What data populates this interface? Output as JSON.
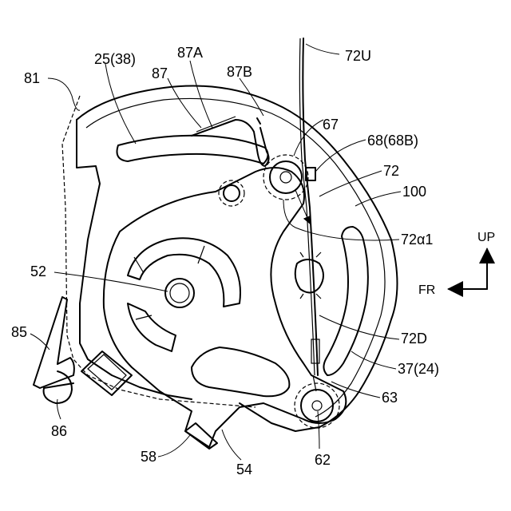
{
  "labels": {
    "l81": "81",
    "l25": "25(38)",
    "l87A": "87A",
    "l87": "87",
    "l87B": "87B",
    "l72U": "72U",
    "l67": "67",
    "l68": "68(68B)",
    "l72": "72",
    "l100": "100",
    "l72a1": "72α1",
    "l52": "52",
    "l85": "85",
    "l72D": "72D",
    "l37": "37(24)",
    "l63": "63",
    "l86": "86",
    "l58": "58",
    "l54": "54",
    "l62": "62"
  },
  "axes": {
    "up": "UP",
    "fr": "FR"
  }
}
